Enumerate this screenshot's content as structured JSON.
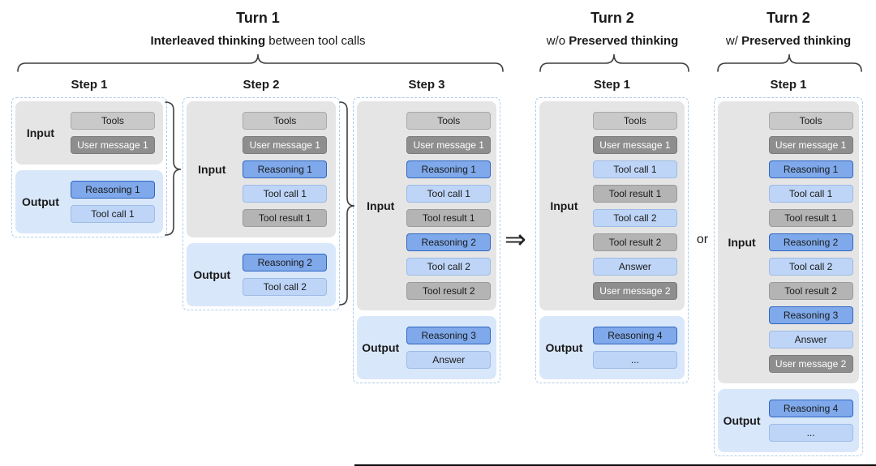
{
  "palette": {
    "input_bg": "#e5e5e5",
    "output_bg": "#d9e7fb",
    "tools_bg": "#c9c9c9",
    "tools_border": "#aaaaaa",
    "user_bg": "#8e8e8e",
    "user_border": "#7b7b7b",
    "user_text": "#ffffff",
    "reasoning_bg": "#7fa9ea",
    "reasoning_border": "#2f66c2",
    "toolcall_bg": "#bed5f7",
    "toolcall_border": "#9cbbe6",
    "toolresult_bg": "#b4b4b4",
    "toolresult_border": "#9a9a9a",
    "dashed_border": "#aecbea",
    "text_dark": "#1a1a1a"
  },
  "headers": {
    "turn1": {
      "title": "Turn 1",
      "sub_bold": "Interleaved thinking",
      "sub_tail": " between tool calls"
    },
    "turn2a": {
      "title": "Turn 2",
      "sub_head": "w/o ",
      "sub_bold": "Preserved thinking"
    },
    "turn2b": {
      "title": "Turn 2",
      "sub_head": "w/ ",
      "sub_bold": "Preserved thinking"
    }
  },
  "labels": {
    "input": "Input",
    "output": "Output"
  },
  "connectors": {
    "arrow": "⇒",
    "or_text": "or"
  },
  "columns": [
    {
      "step_label": "Step 1",
      "input_pills": [
        {
          "label": "Tools",
          "kind": "tools"
        },
        {
          "label": "User message 1",
          "kind": "user"
        }
      ],
      "output_pills": [
        {
          "label": "Reasoning 1",
          "kind": "reasoning"
        },
        {
          "label": "Tool call 1",
          "kind": "toolcall"
        }
      ]
    },
    {
      "step_label": "Step 2",
      "input_pills": [
        {
          "label": "Tools",
          "kind": "tools"
        },
        {
          "label": "User message 1",
          "kind": "user"
        },
        {
          "label": "Reasoning 1",
          "kind": "reasoning"
        },
        {
          "label": "Tool call 1",
          "kind": "toolcall"
        },
        {
          "label": "Tool result 1",
          "kind": "toolresult"
        }
      ],
      "output_pills": [
        {
          "label": "Reasoning 2",
          "kind": "reasoning"
        },
        {
          "label": "Tool call 2",
          "kind": "toolcall"
        }
      ]
    },
    {
      "step_label": "Step 3",
      "input_pills": [
        {
          "label": "Tools",
          "kind": "tools"
        },
        {
          "label": "User message 1",
          "kind": "user"
        },
        {
          "label": "Reasoning 1",
          "kind": "reasoning"
        },
        {
          "label": "Tool call 1",
          "kind": "toolcall"
        },
        {
          "label": "Tool result 1",
          "kind": "toolresult"
        },
        {
          "label": "Reasoning 2",
          "kind": "reasoning"
        },
        {
          "label": "Tool call 2",
          "kind": "toolcall"
        },
        {
          "label": "Tool result 2",
          "kind": "toolresult"
        }
      ],
      "output_pills": [
        {
          "label": "Reasoning 3",
          "kind": "reasoning"
        },
        {
          "label": "Answer",
          "kind": "answer"
        }
      ]
    },
    {
      "step_label": "Step 1",
      "input_pills": [
        {
          "label": "Tools",
          "kind": "tools"
        },
        {
          "label": "User message 1",
          "kind": "user"
        },
        {
          "label": "Tool call 1",
          "kind": "toolcall"
        },
        {
          "label": "Tool result 1",
          "kind": "toolresult"
        },
        {
          "label": "Tool call 2",
          "kind": "toolcall"
        },
        {
          "label": "Tool result 2",
          "kind": "toolresult"
        },
        {
          "label": "Answer",
          "kind": "answer"
        },
        {
          "label": "User message 2",
          "kind": "user"
        }
      ],
      "output_pills": [
        {
          "label": "Reasoning 4",
          "kind": "reasoning"
        },
        {
          "label": "...",
          "kind": "ellipsis"
        }
      ]
    },
    {
      "step_label": "Step 1",
      "input_pills": [
        {
          "label": "Tools",
          "kind": "tools"
        },
        {
          "label": "User message 1",
          "kind": "user"
        },
        {
          "label": "Reasoning 1",
          "kind": "reasoning"
        },
        {
          "label": "Tool call 1",
          "kind": "toolcall"
        },
        {
          "label": "Tool result 1",
          "kind": "toolresult"
        },
        {
          "label": "Reasoning 2",
          "kind": "reasoning"
        },
        {
          "label": "Tool call 2",
          "kind": "toolcall"
        },
        {
          "label": "Tool result 2",
          "kind": "toolresult"
        },
        {
          "label": "Reasoning 3",
          "kind": "reasoning"
        },
        {
          "label": "Answer",
          "kind": "answer"
        },
        {
          "label": "User message 2",
          "kind": "user"
        }
      ],
      "output_pills": [
        {
          "label": "Reasoning 4",
          "kind": "reasoning"
        },
        {
          "label": "...",
          "kind": "ellipsis"
        }
      ]
    }
  ]
}
